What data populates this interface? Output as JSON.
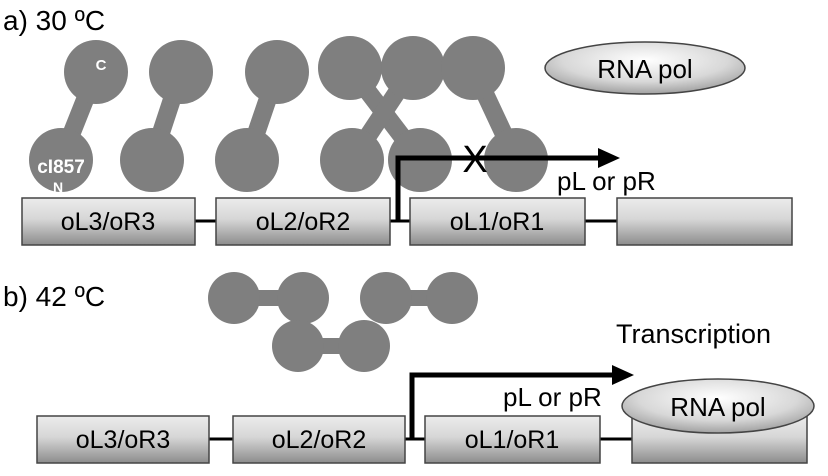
{
  "panel_a": {
    "label": "a) 30 ºC",
    "boxes": [
      "oL3/oR3",
      "oL2/oR2",
      "oL1/oR1"
    ],
    "promoter": "pL or pR",
    "rna_pol": "RNA pol",
    "repressor_c_label": "C",
    "repressor_n_label": "cI857",
    "repressor_n_sub": "N",
    "block_mark": "X"
  },
  "panel_b": {
    "label": "b) 42 ºC",
    "boxes": [
      "oL3/oR3",
      "oL2/oR2",
      "oL1/oR1"
    ],
    "promoter": "pL or pR",
    "rna_pol": "RNA pol",
    "transcription": "Transcription"
  },
  "colors": {
    "protein": "#7f7f7f",
    "box_light": "#f2f2f2",
    "box_dark": "#999999",
    "arrow": "#000000"
  }
}
